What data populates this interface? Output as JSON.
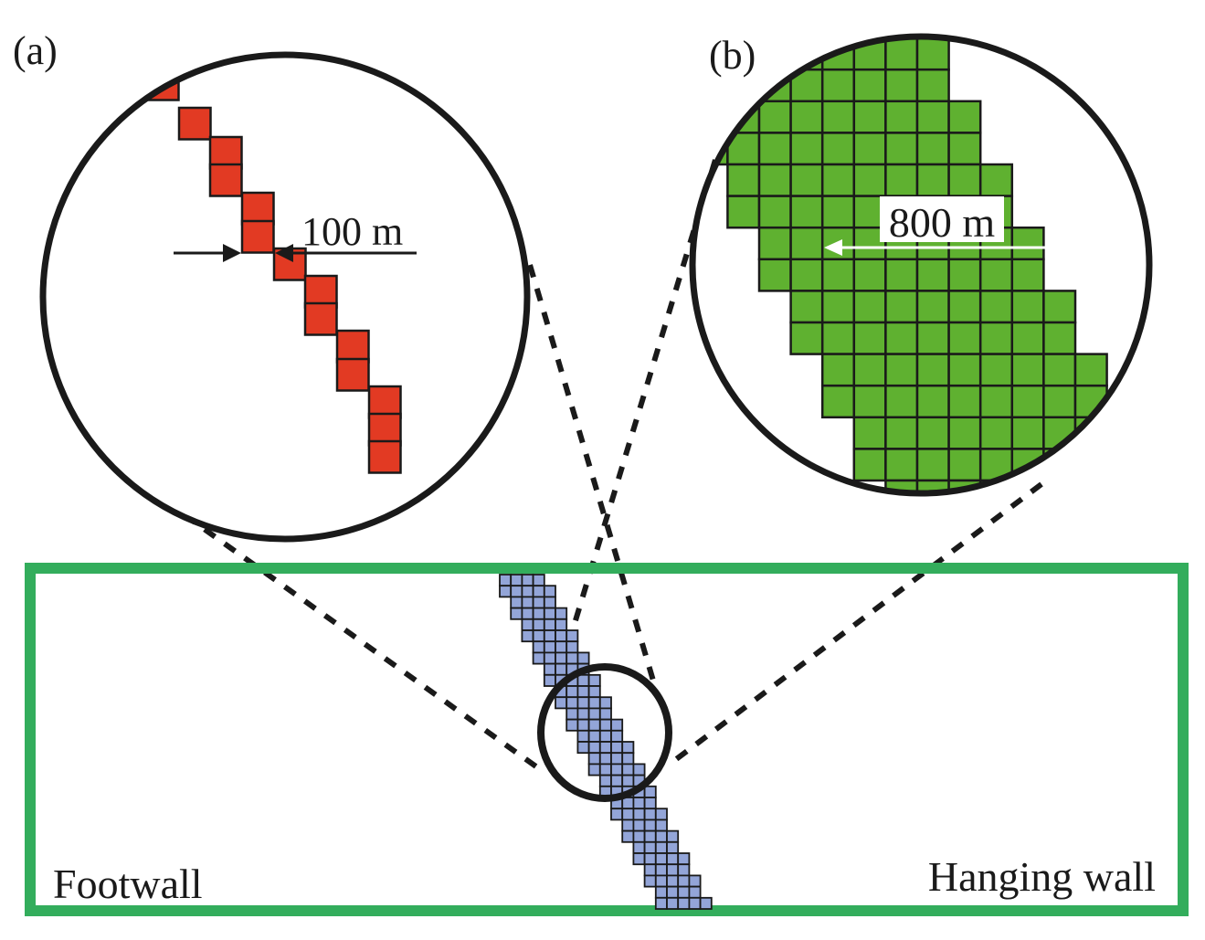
{
  "panels": {
    "a": {
      "label": "(a)",
      "scale_label": "100 m",
      "cell_color": "#e23a23",
      "description": "Zoomed fault at 100 m cell resolution: single-cell-wide staircase"
    },
    "b": {
      "label": "(b)",
      "scale_label": "800 m",
      "cell_color": "#5fb130",
      "description": "Zoomed fault at coarse resolution: 8-cell-wide band"
    }
  },
  "model_box": {
    "border_color": "#33ad5c",
    "fault_cell_color": "#93a5d8",
    "footwall_label": "Footwall",
    "hanging_wall_label": "Hanging wall"
  },
  "colors": {
    "outline": "#1a1a1a",
    "arrow_white": "#ffffff"
  }
}
